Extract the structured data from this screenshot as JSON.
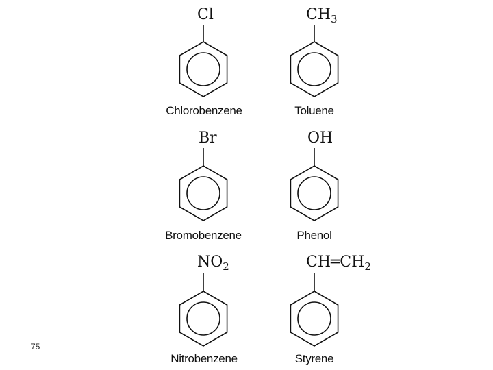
{
  "page_number": "75",
  "compounds": [
    {
      "id": "chlorobenzene",
      "substituent": [
        {
          "t": "Cl",
          "sub": false
        }
      ],
      "name": "Chlorobenzene"
    },
    {
      "id": "toluene",
      "substituent": [
        {
          "t": "CH",
          "sub": false
        },
        {
          "t": "3",
          "sub": true
        }
      ],
      "name": "Toluene"
    },
    {
      "id": "bromobenzene",
      "substituent": [
        {
          "t": "Br",
          "sub": false
        }
      ],
      "name": "Bromobenzene"
    },
    {
      "id": "phenol",
      "substituent": [
        {
          "t": "OH",
          "sub": false
        }
      ],
      "name": "Phenol"
    },
    {
      "id": "nitrobenzene",
      "substituent": [
        {
          "t": "NO",
          "sub": false
        },
        {
          "t": "2",
          "sub": true
        }
      ],
      "name": "Nitrobenzene"
    },
    {
      "id": "styrene",
      "substituent": [
        {
          "t": "CH",
          "sub": false
        },
        {
          "t": "═",
          "sub": false
        },
        {
          "t": "CH",
          "sub": false
        },
        {
          "t": "2",
          "sub": true
        }
      ],
      "name": "Styrene"
    }
  ]
}
